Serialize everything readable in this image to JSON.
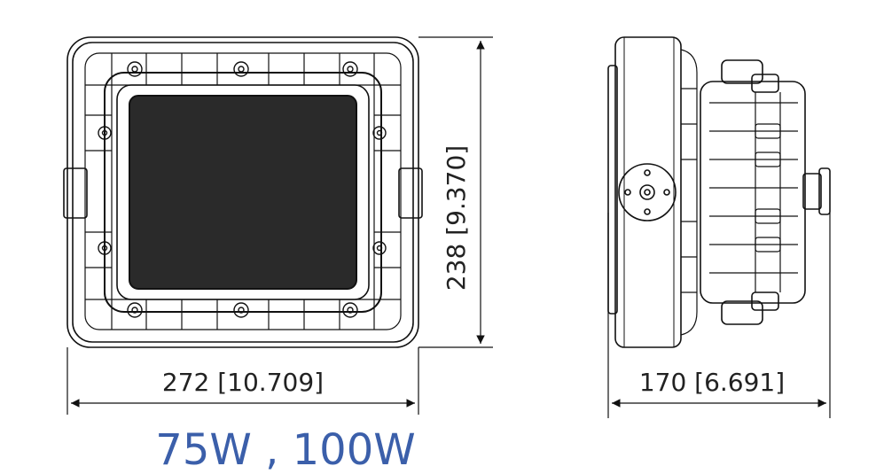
{
  "dimensions": {
    "front_width": "272 [10.709]",
    "front_height": "238 [9.370]",
    "side_depth": "170 [6.691]"
  },
  "caption": "75W , 100W",
  "colors": {
    "line": "#111111",
    "caption": "#3b5faa",
    "lens": "#2a2a2a"
  }
}
